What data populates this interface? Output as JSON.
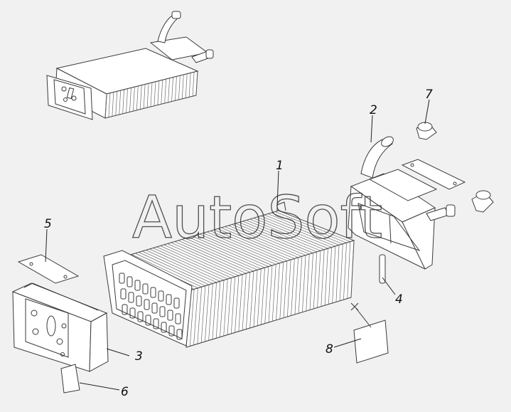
{
  "watermark": "AutoSoft",
  "callouts": [
    {
      "id": "1",
      "label": "1"
    },
    {
      "id": "2",
      "label": "2"
    },
    {
      "id": "3",
      "label": "3"
    },
    {
      "id": "4",
      "label": "4"
    },
    {
      "id": "5",
      "label": "5"
    },
    {
      "id": "6",
      "label": "6"
    },
    {
      "id": "7",
      "label": "7"
    },
    {
      "id": "8",
      "label": "8"
    }
  ]
}
